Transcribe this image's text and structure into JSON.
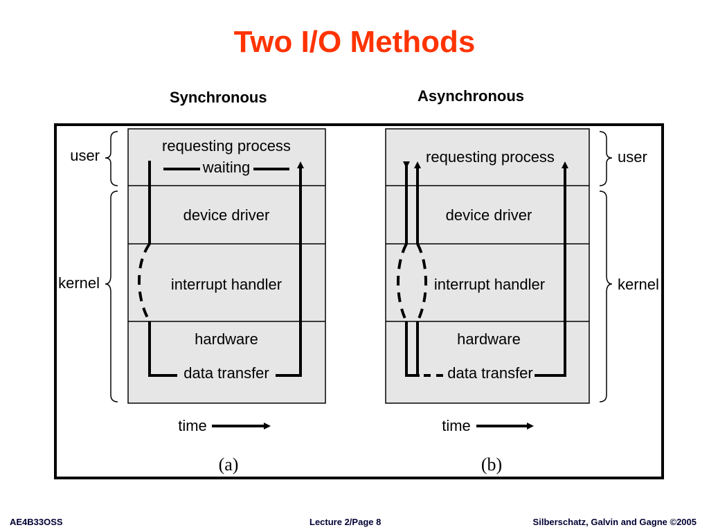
{
  "slide": {
    "title": "Two I/O Methods",
    "footer_left": "AE4B33OSS",
    "footer_center": "Lecture 2/Page 8",
    "footer_right": "Silberschatz, Galvin and Gagne ©2005"
  },
  "figure": {
    "synchronous": {
      "heading": "Synchronous",
      "sub_label": "(a)",
      "layers": {
        "requesting_process": "requesting process",
        "waiting": "waiting",
        "device_driver": "device driver",
        "interrupt_handler": "interrupt handler",
        "hardware": "hardware",
        "data_transfer": "data transfer"
      },
      "brace_user": "user",
      "brace_kernel": "kernel",
      "time": "time"
    },
    "asynchronous": {
      "heading": "Asynchronous",
      "sub_label": "(b)",
      "layers": {
        "requesting_process": "requesting process",
        "device_driver": "device driver",
        "interrupt_handler": "interrupt handler",
        "hardware": "hardware",
        "data_transfer": "data transfer"
      },
      "brace_user": "user",
      "brace_kernel": "kernel",
      "time": "time"
    }
  },
  "colors": {
    "title": "#ff3300",
    "panel_fill": "#e6e6e6",
    "stroke": "#000000"
  }
}
